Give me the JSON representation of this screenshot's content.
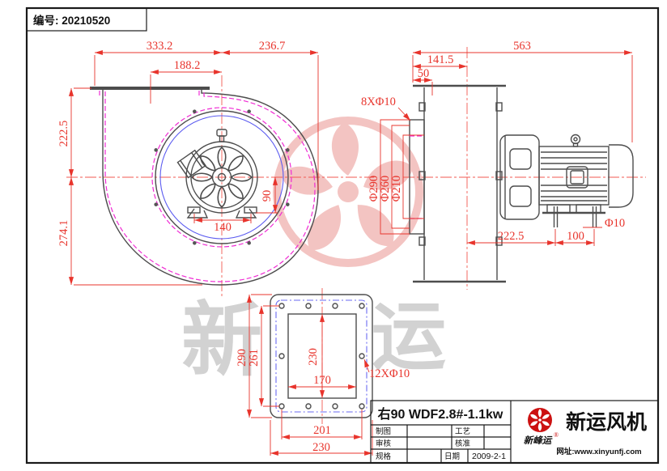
{
  "doc": {
    "number_label": "编号: 20210520"
  },
  "watermark": {
    "left_char": "新",
    "right_char": "运"
  },
  "front_view": {
    "dim_total_width": "333.2",
    "dim_outlet_center": "188.2",
    "dim_right": "236.7",
    "dim_upper_height": "222.5",
    "dim_lower_height": "274.1",
    "dim_foot_span": "140",
    "dim_foot_drop": "90"
  },
  "side_view": {
    "dim_total_length": "563",
    "dim_inlet_to_center": "141.5",
    "dim_flange_offset": "50",
    "dim_inlet_bolts": "8XΦ10",
    "dim_flange_od": "Φ290",
    "dim_bolt_circle": "Φ260",
    "dim_inlet_dia": "Φ210",
    "dim_center_to_foot": "222.5",
    "dim_foot_pitch": "100",
    "dim_foot_hole": "Φ10"
  },
  "outlet_flange": {
    "dim_outer_height": "290",
    "dim_bolt_height": "261",
    "dim_opening_height": "230",
    "dim_opening_width": "170",
    "dim_bolts": "12XΦ10",
    "dim_bolt_width": "201",
    "dim_outer_width": "230"
  },
  "title_block": {
    "model": "右90 WDF2.8#-1.1kw",
    "drafted_label": "制图",
    "checked_label": "审核",
    "process_label": "工艺",
    "approved_label": "核准",
    "spec_label": "规格",
    "date_label": "日期",
    "date_value": "2009-2-1"
  },
  "brand": {
    "company": "新运风机",
    "logo_script": "新峰运",
    "reg": "®",
    "website": "网址:www.xinyunfj.com"
  },
  "colors": {
    "dim_red": "#e8342c",
    "outline_gray": "#4d4d4d",
    "magenta": "#f02bd4",
    "blue": "#5b5bf0",
    "watermark_pink": "#f2bab8",
    "watermark_gray": "#d2d2d2",
    "logo_red": "#cc1111"
  }
}
